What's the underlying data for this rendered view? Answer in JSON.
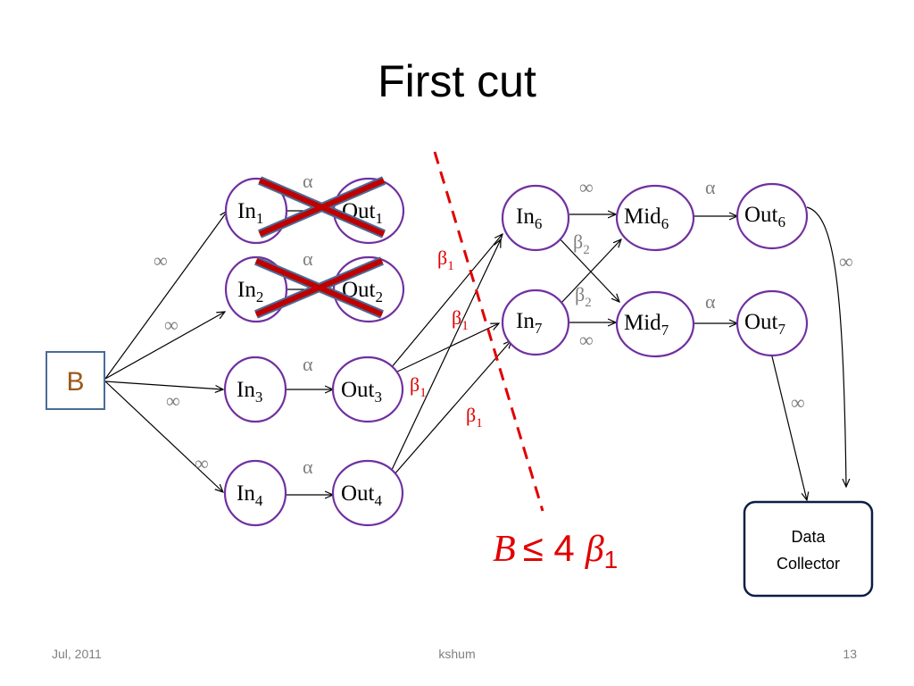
{
  "slide": {
    "title": "First cut",
    "footer_left": "Jul, 2011",
    "footer_center": "kshum",
    "footer_right": "13"
  },
  "nodes": {
    "source": "B",
    "in1": {
      "base": "In",
      "sub": "1"
    },
    "out1": {
      "base": "Out",
      "sub": "1"
    },
    "in2": {
      "base": "In",
      "sub": "2"
    },
    "out2": {
      "base": "Out",
      "sub": "2"
    },
    "in3": {
      "base": "In",
      "sub": "3"
    },
    "out3": {
      "base": "Out",
      "sub": "3"
    },
    "in4": {
      "base": "In",
      "sub": "4"
    },
    "out4": {
      "base": "Out",
      "sub": "4"
    },
    "in6": {
      "base": "In",
      "sub": "6"
    },
    "mid6": {
      "base": "Mid",
      "sub": "6"
    },
    "out6": {
      "base": "Out",
      "sub": "6"
    },
    "in7": {
      "base": "In",
      "sub": "7"
    },
    "mid7": {
      "base": "Mid",
      "sub": "7"
    },
    "out7": {
      "base": "Out",
      "sub": "7"
    },
    "collector_line1": "Data",
    "collector_line2": "Collector"
  },
  "edge_labels": {
    "infinity": "∞",
    "alpha": "α",
    "beta": "β",
    "beta_sub1": "1",
    "beta_sub2": "2"
  },
  "formula": {
    "lhs": "B",
    "op": "≤ 4",
    "rhs": "β",
    "rhs_sub": "1"
  },
  "colors": {
    "node_border": "#7030a0",
    "source_border": "#4a6b96",
    "cross": "#c00000",
    "cut_line": "#e00000",
    "beta_red": "#e00000",
    "label_gray": "#7f7f7f"
  }
}
